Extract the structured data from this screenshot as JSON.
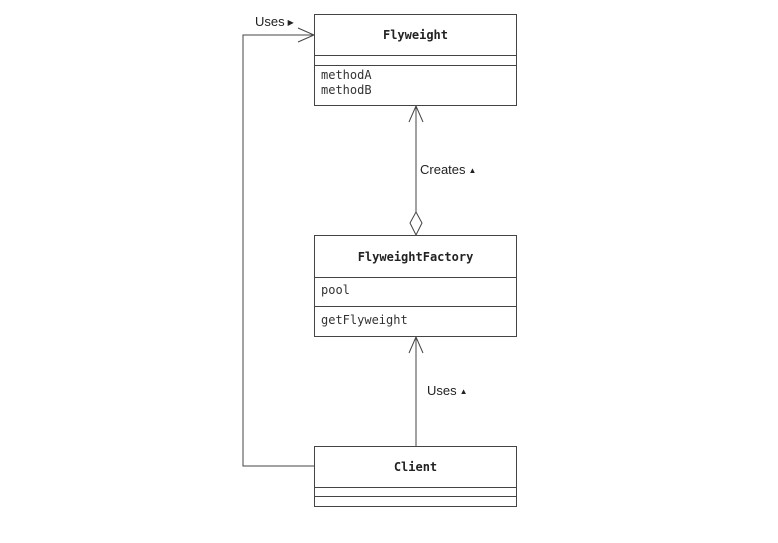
{
  "classes": {
    "flyweight": {
      "name": "Flyweight",
      "methods": [
        "methodA",
        "methodB"
      ]
    },
    "factory": {
      "name": "FlyweightFactory",
      "fields": [
        "pool"
      ],
      "methods": [
        "getFlyweight"
      ]
    },
    "client": {
      "name": "Client"
    }
  },
  "relations": {
    "client_uses_flyweight": {
      "label": "Uses",
      "direction_icon": "triangle-right-icon",
      "glyph": "▶"
    },
    "factory_creates_flyweight": {
      "label": "Creates",
      "direction_icon": "triangle-up-icon",
      "glyph": "▲"
    },
    "client_uses_factory": {
      "label": "Uses",
      "direction_icon": "triangle-up-icon",
      "glyph": "▲"
    }
  },
  "colors": {
    "line": "#444444",
    "text": "#222222",
    "background": "#ffffff"
  }
}
